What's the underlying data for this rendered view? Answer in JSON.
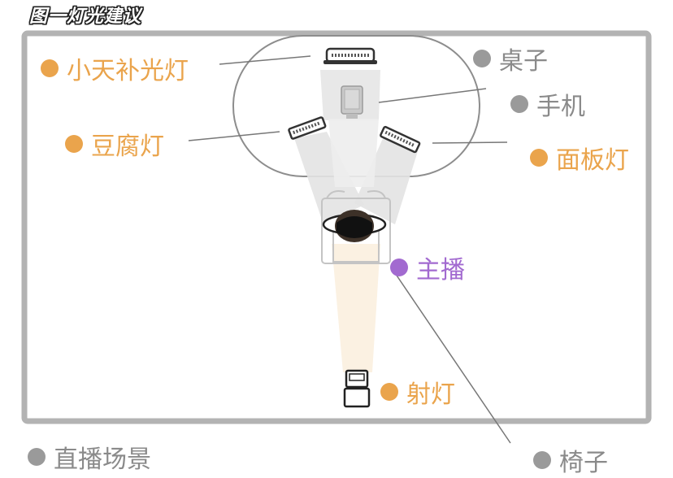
{
  "title": "图一灯光建议",
  "labels": {
    "small_fill_light": "小天补光灯",
    "table": "桌子",
    "phone": "手机",
    "tofu_light": "豆腐灯",
    "panel_light": "面板灯",
    "host": "主播",
    "spotlight": "射灯",
    "scene": "直播场景",
    "chair": "椅子"
  },
  "colors": {
    "light": "#eaa44c",
    "object": "#9a9a9a",
    "host": "#a26ad0",
    "frame": "#b3b3b3"
  }
}
